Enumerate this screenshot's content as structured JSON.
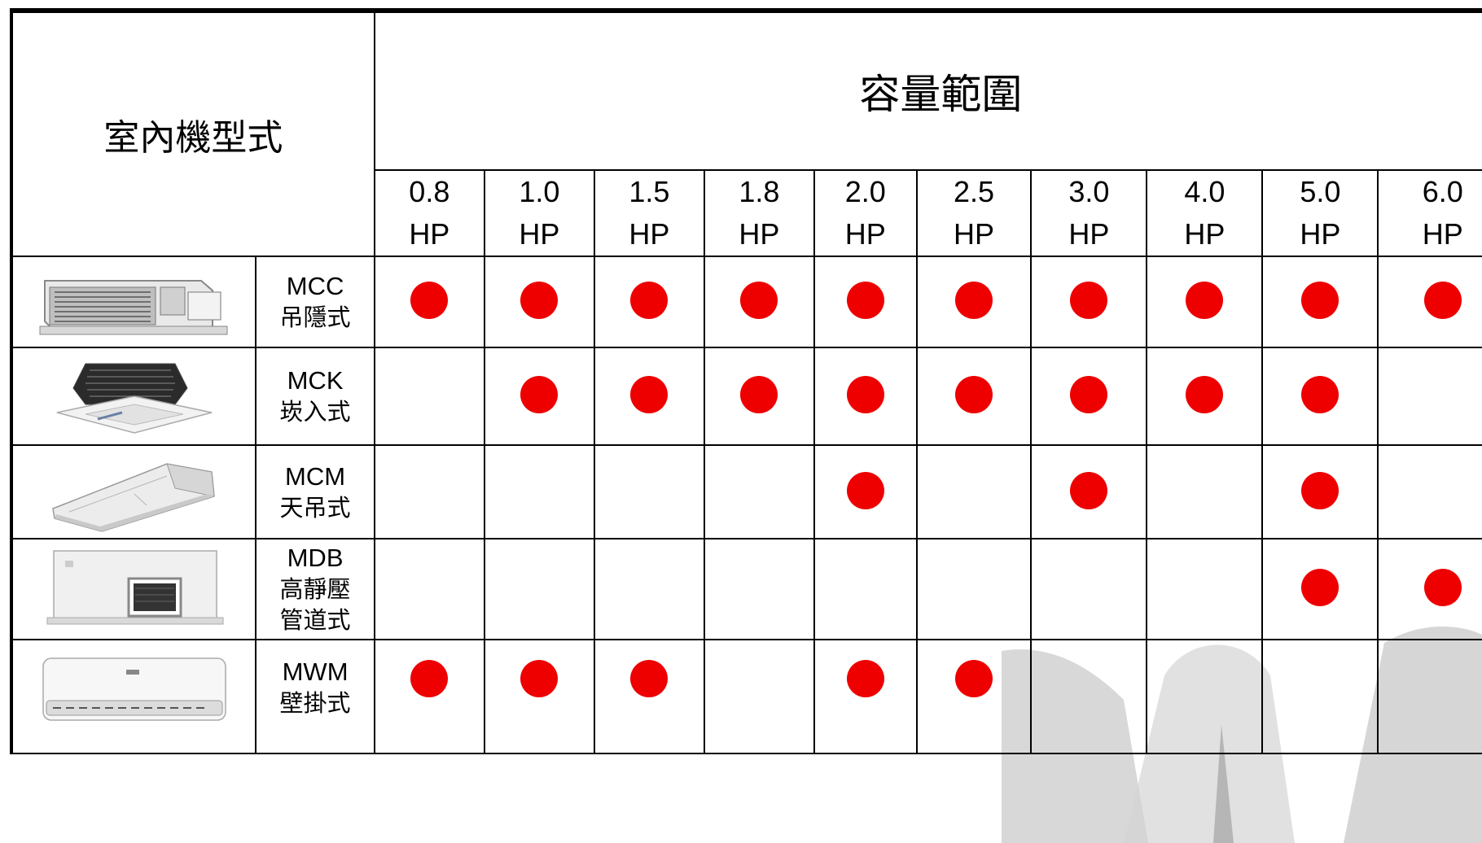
{
  "header": {
    "indoor_type_label": "室內機型式",
    "capacity_label": "容量範圍"
  },
  "capacities": [
    {
      "num": "0.8",
      "unit": "HP"
    },
    {
      "num": "1.0",
      "unit": "HP"
    },
    {
      "num": "1.5",
      "unit": "HP"
    },
    {
      "num": "1.8",
      "unit": "HP"
    },
    {
      "num": "2.0",
      "unit": "HP"
    },
    {
      "num": "2.5",
      "unit": "HP"
    },
    {
      "num": "3.0",
      "unit": "HP"
    },
    {
      "num": "4.0",
      "unit": "HP"
    },
    {
      "num": "5.0",
      "unit": "HP"
    },
    {
      "num": "6.0",
      "unit": "HP"
    }
  ],
  "models": [
    {
      "code": "MCC",
      "name": "吊隱式",
      "picture": "ceiling-concealed-unit",
      "available": [
        true,
        true,
        true,
        true,
        true,
        true,
        true,
        true,
        true,
        true
      ]
    },
    {
      "code": "MCK",
      "name": "崁入式",
      "picture": "cassette-unit",
      "available": [
        false,
        true,
        true,
        true,
        true,
        true,
        true,
        true,
        true,
        false
      ]
    },
    {
      "code": "MCM",
      "name": "天吊式",
      "picture": "ceiling-suspended-unit",
      "available": [
        false,
        false,
        false,
        false,
        true,
        false,
        true,
        false,
        true,
        false
      ]
    },
    {
      "code": "MDB",
      "name": "高靜壓\n管道式",
      "name_lines": [
        "高靜壓",
        "管道式"
      ],
      "picture": "high-static-duct-unit",
      "available": [
        false,
        false,
        false,
        false,
        false,
        false,
        false,
        false,
        true,
        true
      ]
    },
    {
      "code": "MWM",
      "name": "壁掛式",
      "picture": "wall-mounted-unit",
      "available": [
        true,
        true,
        true,
        false,
        true,
        true,
        false,
        false,
        false,
        false
      ]
    }
  ],
  "colors": {
    "dot": "#ee0000",
    "grid": "#000000"
  }
}
